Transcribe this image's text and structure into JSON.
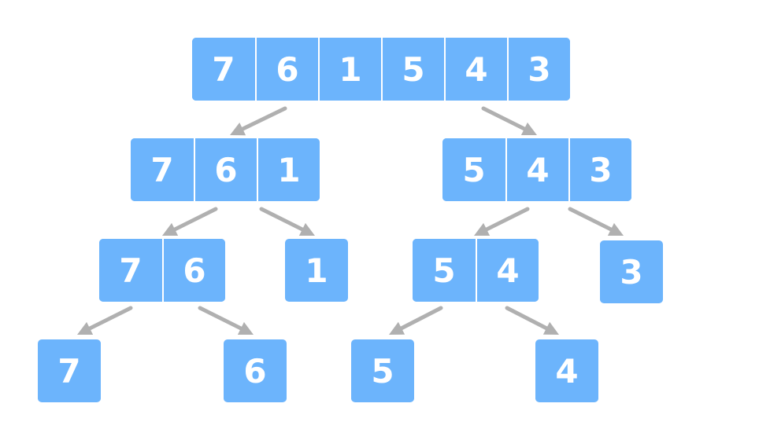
{
  "colors": {
    "cell": "#6cb4fc",
    "text": "#ffffff",
    "arrow": "#b0b0b0"
  },
  "arrays": [
    {
      "id": "root",
      "values": [
        "7",
        "6",
        "1",
        "5",
        "4",
        "3"
      ]
    },
    {
      "id": "l",
      "values": [
        "7",
        "6",
        "1"
      ]
    },
    {
      "id": "r",
      "values": [
        "5",
        "4",
        "3"
      ]
    },
    {
      "id": "ll",
      "values": [
        "7",
        "6"
      ]
    },
    {
      "id": "lr",
      "values": [
        "1"
      ]
    },
    {
      "id": "rl",
      "values": [
        "5",
        "4"
      ]
    },
    {
      "id": "rr",
      "values": [
        "3"
      ]
    },
    {
      "id": "lll",
      "values": [
        "7"
      ]
    },
    {
      "id": "llr",
      "values": [
        "6"
      ]
    },
    {
      "id": "rll",
      "values": [
        "5"
      ]
    },
    {
      "id": "rlr",
      "values": [
        "4"
      ]
    }
  ],
  "edges": [
    {
      "from": "root",
      "to": "l"
    },
    {
      "from": "root",
      "to": "r"
    },
    {
      "from": "l",
      "to": "ll"
    },
    {
      "from": "l",
      "to": "lr"
    },
    {
      "from": "r",
      "to": "rl"
    },
    {
      "from": "r",
      "to": "rr"
    },
    {
      "from": "ll",
      "to": "lll"
    },
    {
      "from": "ll",
      "to": "llr"
    },
    {
      "from": "rl",
      "to": "rll"
    },
    {
      "from": "rl",
      "to": "rlr"
    }
  ]
}
